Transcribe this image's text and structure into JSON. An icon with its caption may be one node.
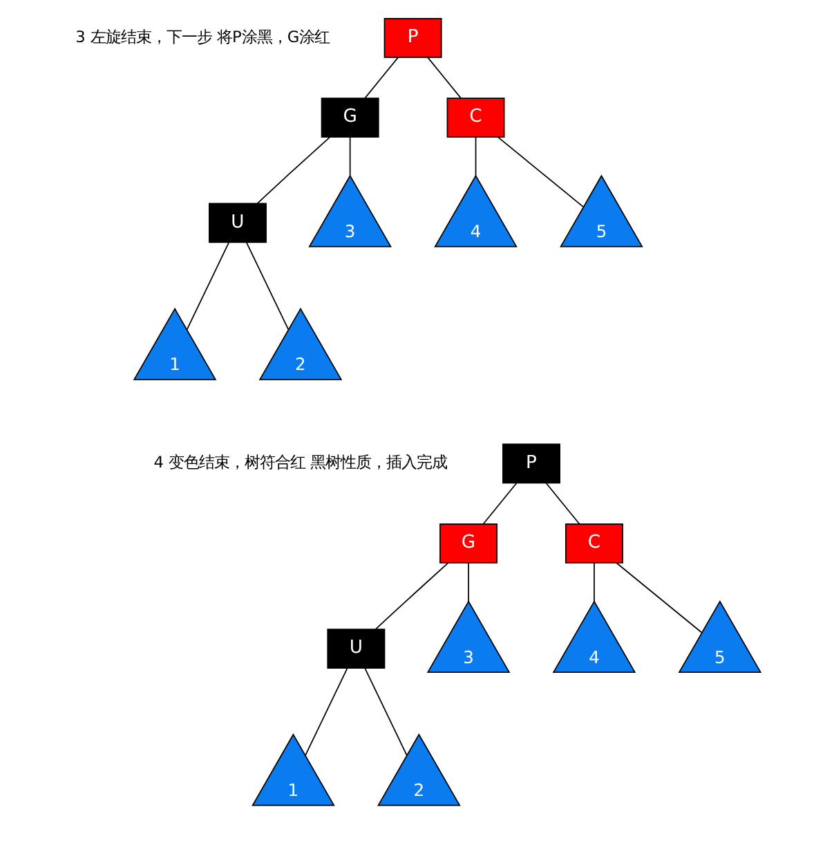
{
  "diagram": {
    "nodes": [
      {
        "text": [
          "P"
        ]
      },
      {
        "text": [
          "G"
        ]
      },
      {
        "text": [
          "C"
        ]
      },
      {
        "text": [
          "U"
        ]
      },
      {
        "text": [
          "3"
        ]
      },
      {
        "text": [
          "4"
        ]
      },
      {
        "text": [
          "5"
        ]
      },
      {
        "text": [
          "1"
        ]
      },
      {
        "text": [
          "2"
        ]
      },
      {
        "text": [
          "P"
        ]
      },
      {
        "text": [
          "G"
        ]
      },
      {
        "text": [
          "C"
        ]
      },
      {
        "text": [
          "U"
        ]
      },
      {
        "text": [
          "3"
        ]
      },
      {
        "text": [
          "4"
        ]
      },
      {
        "text": [
          "5"
        ]
      },
      {
        "text": [
          "1"
        ]
      },
      {
        "text": [
          "2"
        ]
      }
    ],
    "edges": [
      {
        "from": 0,
        "to": 1,
        "arrow": "none"
      },
      {
        "from": 0,
        "to": 2,
        "arrow": "none"
      },
      {
        "from": 1,
        "to": 3,
        "arrow": "none"
      },
      {
        "from": 1,
        "to": 4,
        "arrow": "none"
      },
      {
        "from": 2,
        "to": 5,
        "arrow": "none"
      },
      {
        "from": 2,
        "to": 6,
        "arrow": "none"
      },
      {
        "from": 3,
        "to": 7,
        "arrow": "none"
      },
      {
        "from": 3,
        "to": 8,
        "arrow": "none"
      },
      {
        "from": 9,
        "to": 10,
        "arrow": "none"
      },
      {
        "from": 9,
        "to": 11,
        "arrow": "none"
      },
      {
        "from": 10,
        "to": 12,
        "arrow": "none"
      },
      {
        "from": 10,
        "to": 13,
        "arrow": "none"
      },
      {
        "from": 11,
        "to": 14,
        "arrow": "none"
      },
      {
        "from": 11,
        "to": 15,
        "arrow": "none"
      },
      {
        "from": 12,
        "to": 16,
        "arrow": "none"
      },
      {
        "from": 12,
        "to": 17,
        "arrow": "none"
      }
    ],
    "labels": [
      "3 左旋结束，下一步 将P涂黑，G涂红",
      "4 变色结束，树符合红 黑树性质，插入完成"
    ]
  }
}
